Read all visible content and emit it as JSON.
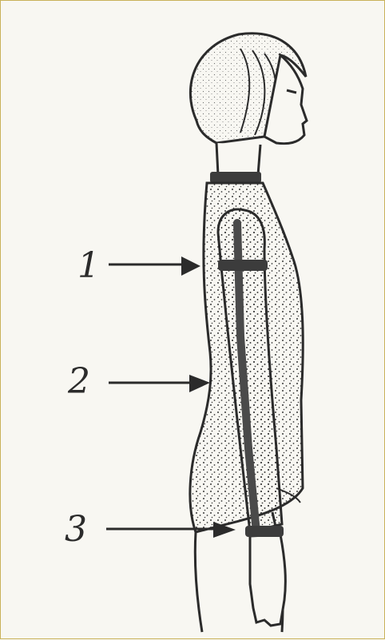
{
  "labels": [
    "1",
    "2",
    "3"
  ],
  "colors": {
    "ink": "#2b2b2b",
    "paper": "#f8f7f2",
    "border": "#c9b25a",
    "measure": "#4a4a4a"
  }
}
